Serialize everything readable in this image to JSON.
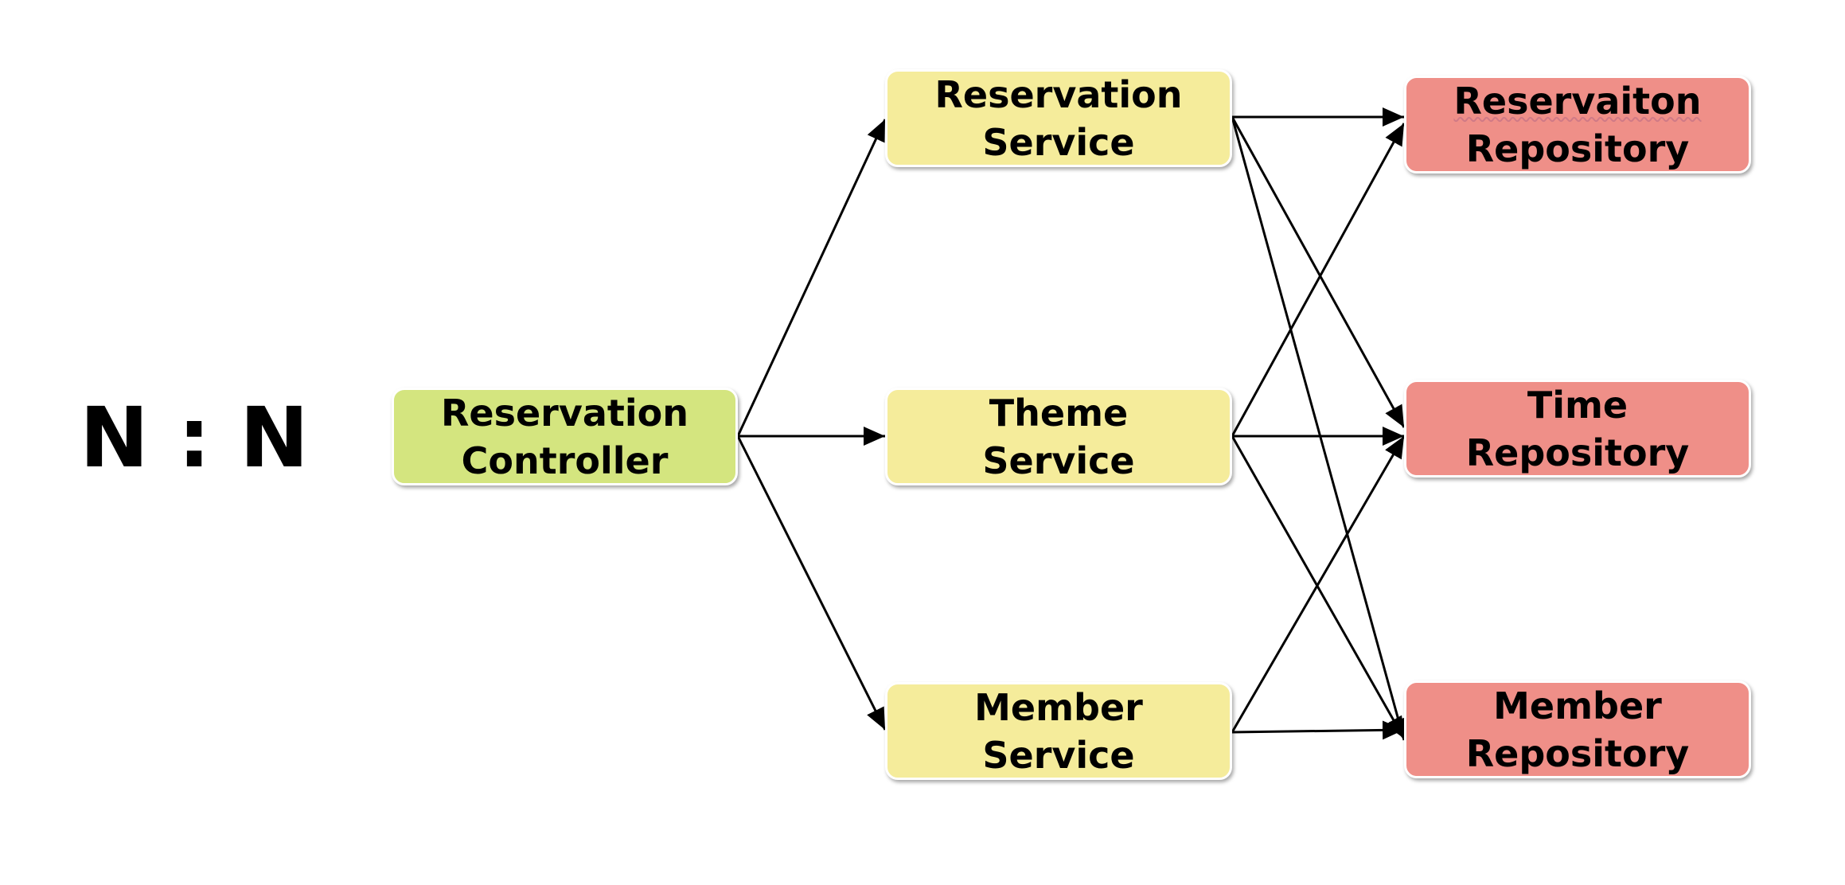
{
  "ratio_label": "N : N",
  "controller": {
    "line1": "Reservation",
    "line2": "Controller"
  },
  "services": {
    "reservation": {
      "line1": "Reservation",
      "line2": "Service"
    },
    "theme": {
      "line1": "Theme",
      "line2": "Service"
    },
    "member": {
      "line1": "Member",
      "line2": "Service"
    }
  },
  "repositories": {
    "reservation": {
      "line1": "Reservaiton",
      "line2": "Repository"
    },
    "time": {
      "line1": "Time",
      "line2": "Repository"
    },
    "member": {
      "line1": "Member",
      "line2": "Repository"
    }
  },
  "colors": {
    "controller": "#d4e57f",
    "service": "#f5ec9b",
    "repository": "#ef8f88",
    "arrow": "#000000"
  }
}
